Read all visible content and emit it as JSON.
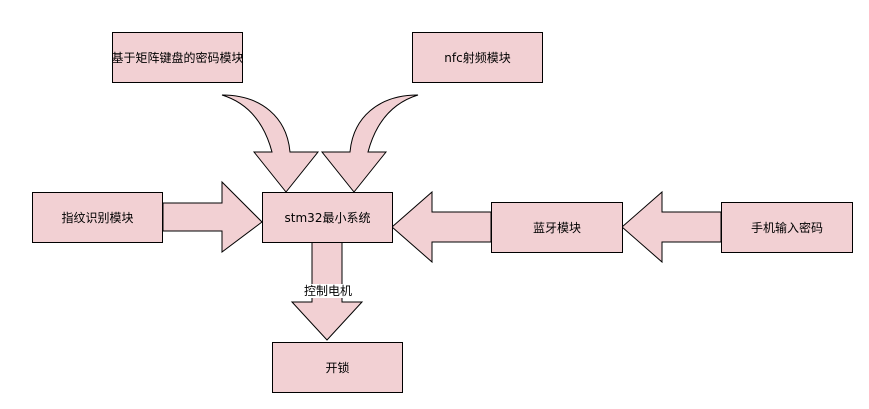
{
  "colors": {
    "fill": "#f2d0d3",
    "stroke": "#000000"
  },
  "nodes": {
    "keypad": "基于矩阵键盘的密码模块",
    "nfc": "nfc射频模块",
    "fingerprint": "指纹识别模块",
    "stm32": "stm32最小系统",
    "bluetooth": "蓝牙模块",
    "phone": "手机输入密码",
    "unlock": "开锁"
  },
  "edges": {
    "motor_label": "控制电机"
  }
}
